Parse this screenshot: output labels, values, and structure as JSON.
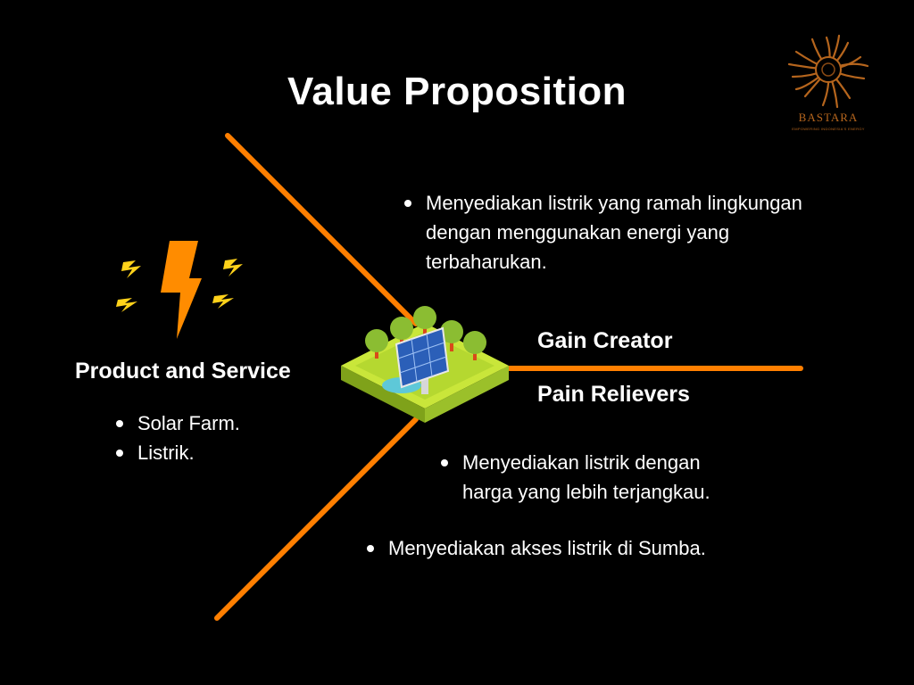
{
  "title": "Value Proposition",
  "logo": {
    "name": "BASTARA",
    "tagline": "EMPOWERING INDONESIA'S ENERGY",
    "color": "#b5651d"
  },
  "accent_color": "#ff7f00",
  "bolt_color": "#ff8c00",
  "spark_color": "#ffd21a",
  "product_service": {
    "heading": "Product and Service",
    "items": [
      "Solar Farm.",
      "Listrik."
    ]
  },
  "gain_creator": {
    "heading": "Gain Creator",
    "items": [
      "Menyediakan listrik yang ramah lingkungan dengan menggunakan energi yang terbaharukan."
    ]
  },
  "pain_relievers": {
    "heading": "Pain Relievers",
    "items": [
      "Menyediakan listrik dengan harga yang lebih terjangkau.",
      "Menyediakan akses listrik di Sumba."
    ]
  },
  "icons": [
    "lightning-bolt-icon",
    "solar-farm-icon",
    "sun-logo-icon"
  ]
}
